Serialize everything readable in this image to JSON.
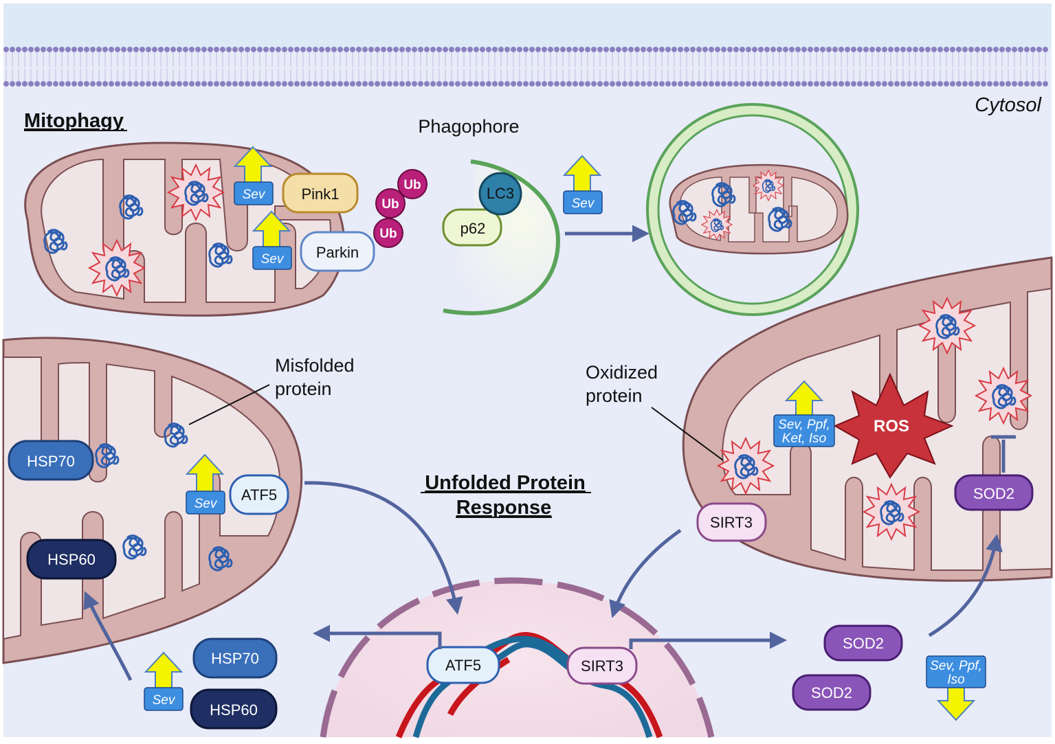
{
  "labels": {
    "mitophagy": "Mitophagy",
    "phagophore": "Phagophore",
    "cytosol": "Cytosol",
    "misfolded": [
      "Misfolded",
      "protein"
    ],
    "oxidized": [
      "Oxidized",
      "protein"
    ],
    "upr": [
      "Unfolded Protein",
      "Response"
    ]
  },
  "proteins": {
    "pink1": "Pink1",
    "parkin": "Parkin",
    "ub": "Ub",
    "lc3": "LC3",
    "p62": "p62",
    "hsp70": "HSP70",
    "hsp60": "HSP60",
    "atf5": "ATF5",
    "sirt3": "SIRT3",
    "sod2": "SOD2",
    "ros": "ROS"
  },
  "drugs": {
    "sev": "Sev",
    "combo4": [
      "Sev, Ppf,",
      "Ket, Iso"
    ],
    "combo3": [
      "Sev, Ppf,",
      "Iso"
    ]
  },
  "colors": {
    "background": "#e8ebf8",
    "membrane_dots": "#8a7fc0",
    "mito_outer": "#d6b0ae",
    "mito_inner": "#efe4e6",
    "mito_edge": "#7a4e52",
    "arrow": "#52649e",
    "up_arrow": "#f4f400",
    "drug_box": "#3d8ee0",
    "protein_blue": "#2d5fb0",
    "hsp70": "#3a6fba",
    "hsp60": "#1f2f63",
    "sod2": "#8a55b8",
    "sirt3": "#f6e0f4",
    "atf5": "#e4f1fb",
    "ub": "#b8207a",
    "lc3": "#2e80a8",
    "p62": "#eef6d4",
    "pink1": "#f5dfa8",
    "ros": "#c8323a",
    "dna_red": "#c8161d",
    "dna_blue": "#1c6a98",
    "phagophore": "#5aa35a"
  }
}
